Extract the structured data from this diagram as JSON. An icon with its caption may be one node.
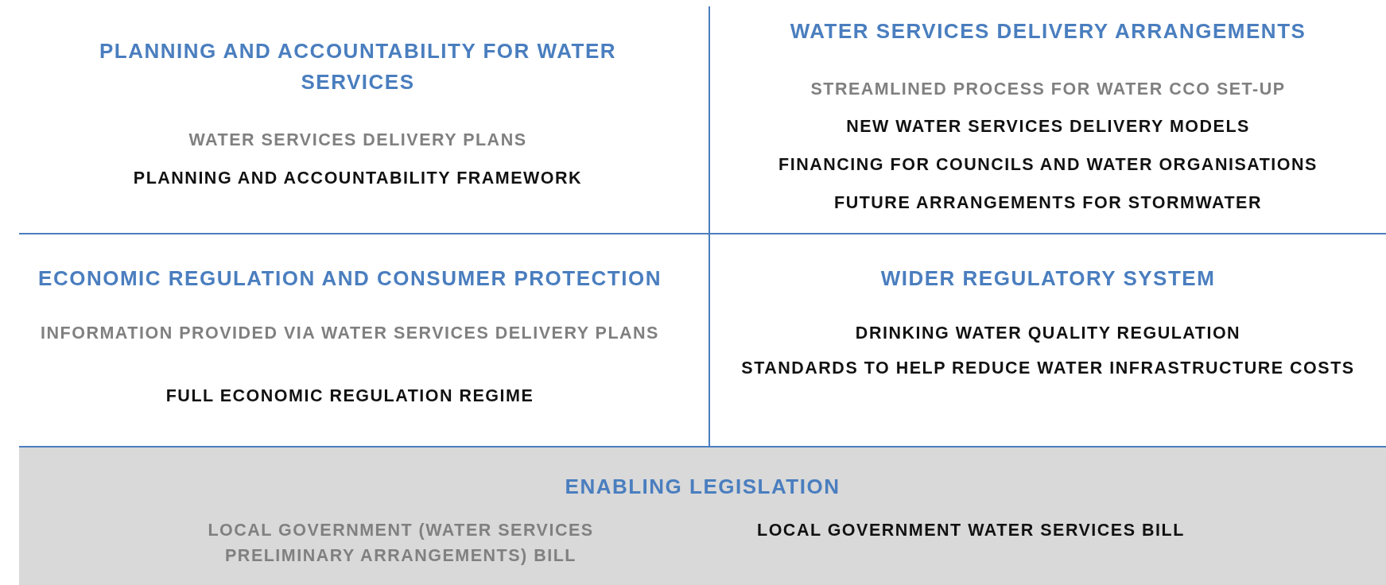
{
  "diagram": {
    "nodes": [
      {
        "text": [
          "PLANNING AND ACCOUNTABILITY FOR WATER SERVICES",
          "WATER SERVICES DELIVERY PLANS",
          "PLANNING AND ACCOUNTABILITY FRAMEWORK"
        ]
      },
      {
        "text": [
          "WATER SERVICES DELIVERY ARRANGEMENTS",
          "STREAMLINED PROCESS FOR WATER CCO SET-UP",
          "NEW WATER SERVICES DELIVERY MODELS",
          "FINANCING FOR COUNCILS AND WATER ORGANISATIONS",
          "FUTURE ARRANGEMENTS FOR STORMWATER"
        ]
      },
      {
        "text": [
          "ECONOMIC REGULATION AND CONSUMER PROTECTION",
          "INFORMATION PROVIDED VIA WATER SERVICES DELIVERY PLANS",
          "FULL ECONOMIC REGULATION REGIME"
        ]
      },
      {
        "text": [
          "WIDER REGULATORY SYSTEM",
          "DRINKING WATER QUALITY REGULATION",
          "STANDARDS TO HELP REDUCE WATER INFRASTRUCTURE COSTS"
        ]
      },
      {
        "text": [
          "ENABLING LEGISLATION",
          "LOCAL GOVERNMENT (WATER SERVICES PRELIMINARY ARRANGEMENTS) BILL",
          "LOCAL GOVERNMENT WATER SERVICES BILL"
        ]
      }
    ]
  }
}
